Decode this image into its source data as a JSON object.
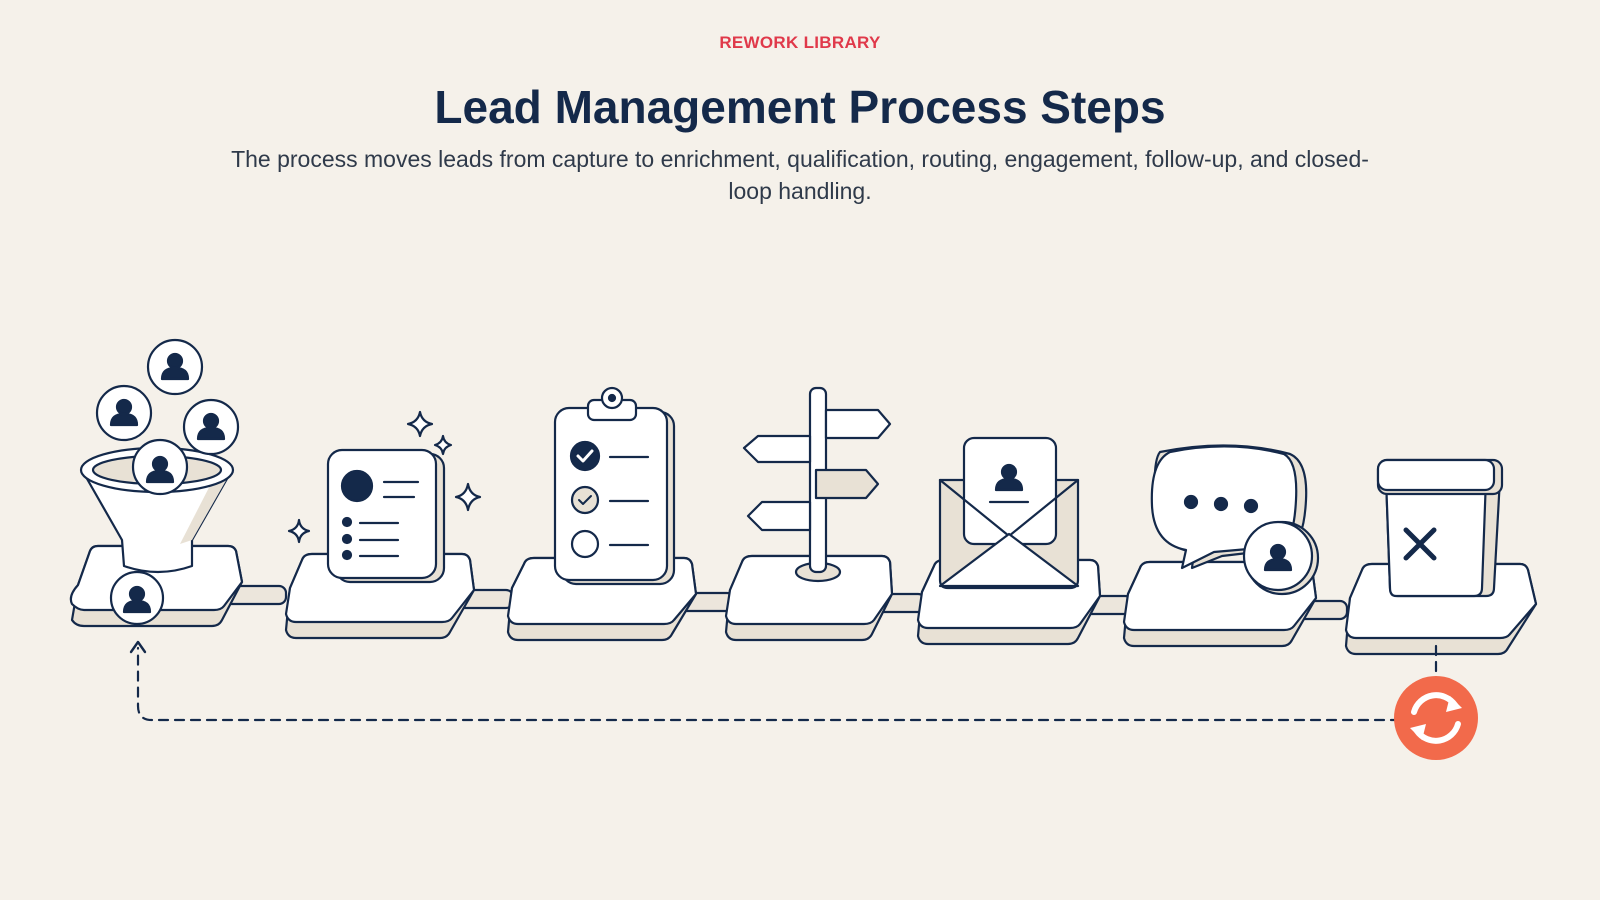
{
  "header": {
    "eyebrow": "REWORK LIBRARY",
    "title": "Lead Management Process Steps",
    "subtitle": "The process moves leads from capture to enrichment, qualification, routing, engagement, follow-up, and closed-loop handling."
  },
  "colors": {
    "background": "#f5f1ea",
    "ink": "#14294a",
    "accent": "#e0394a",
    "loop": "#f26a4b",
    "platform": "#ffffff",
    "platform_side": "#e8e1d5"
  },
  "steps": [
    {
      "icon": "funnel-icon"
    },
    {
      "icon": "profile-card-icon"
    },
    {
      "icon": "clipboard-checklist-icon"
    },
    {
      "icon": "signpost-icon"
    },
    {
      "icon": "envelope-icon"
    },
    {
      "icon": "chat-bubble-icon"
    },
    {
      "icon": "bin-close-icon"
    }
  ],
  "loop": {
    "icon": "refresh-icon"
  }
}
